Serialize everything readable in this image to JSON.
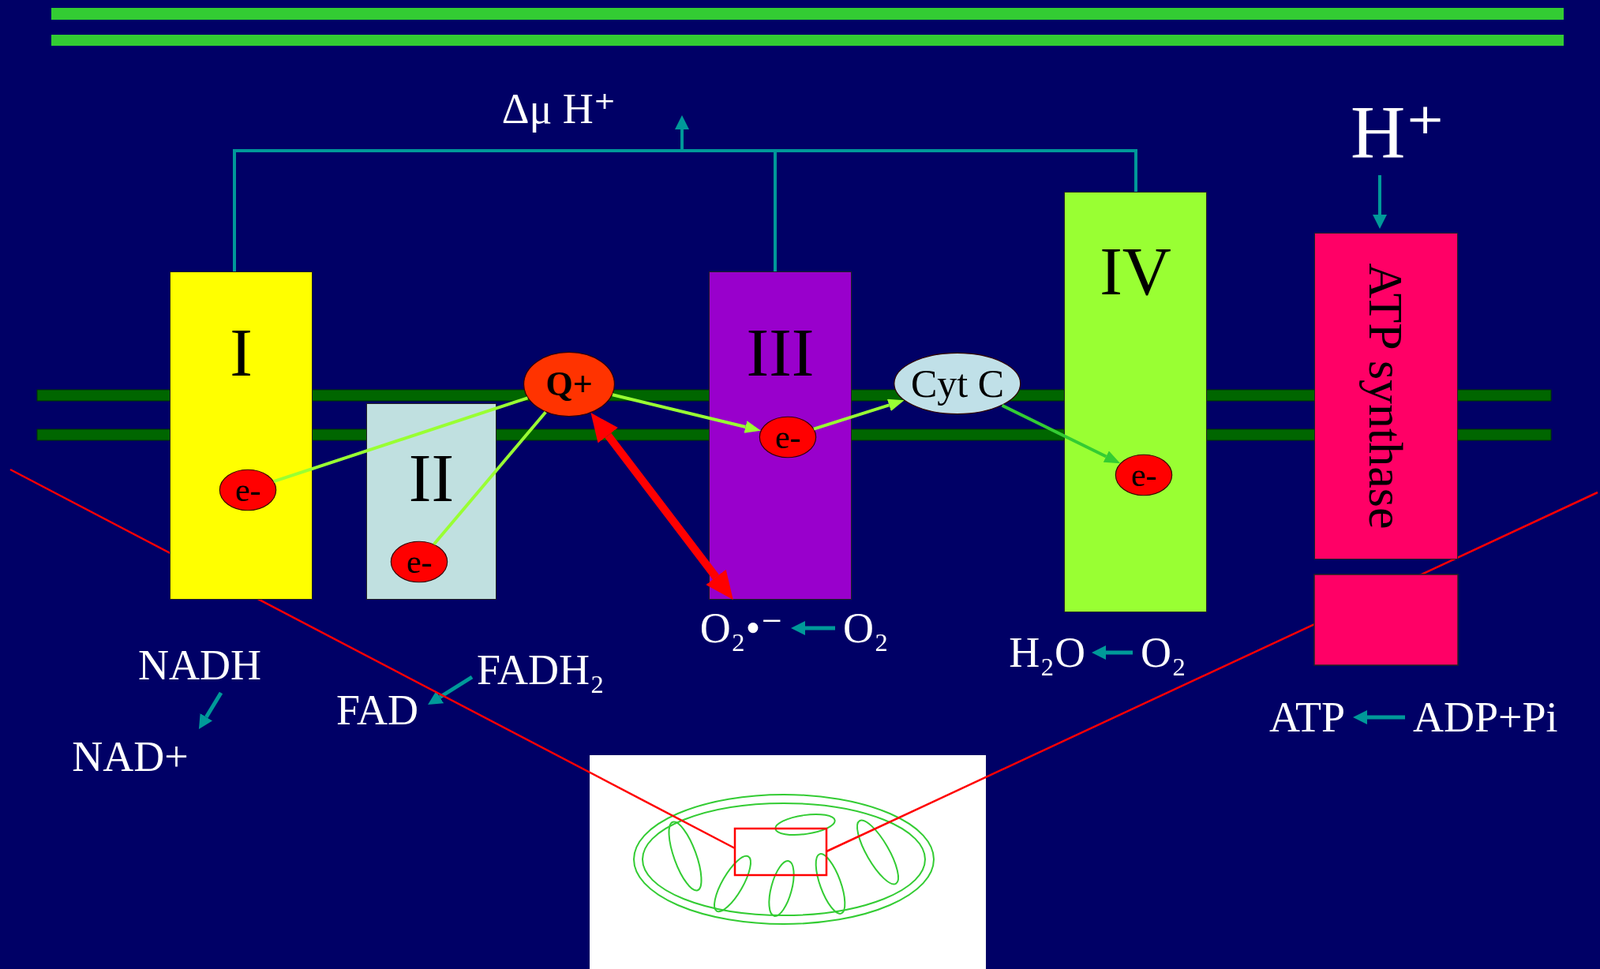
{
  "diagram": {
    "nodes": [
      {
        "text": [
          "I"
        ]
      },
      {
        "text": [
          "e-"
        ],
        "in": 0
      },
      {
        "text": [
          "II"
        ]
      },
      {
        "text": [
          "e-"
        ],
        "in": 2
      },
      {
        "text": [
          "Q+"
        ]
      },
      {
        "text": [
          "III"
        ]
      },
      {
        "text": [
          "e-"
        ],
        "in": 5
      },
      {
        "text": [
          "Cyt C"
        ]
      },
      {
        "text": [
          "IV"
        ]
      },
      {
        "text": [
          "e-"
        ],
        "in": 8
      },
      {
        "text": [
          "ATP synthase"
        ]
      }
    ],
    "edges": [
      {
        "from": 1,
        "to": 4,
        "arrow": "none"
      },
      {
        "from": 3,
        "to": 4,
        "arrow": "none"
      },
      {
        "from": 4,
        "to": 6,
        "arrow": "to"
      },
      {
        "from": 6,
        "to": 7,
        "arrow": "to"
      },
      {
        "from": 7,
        "to": 9,
        "arrow": "to"
      },
      {
        "from": 4,
        "to": 5,
        "arrow": "both"
      }
    ],
    "labels": [
      "Δμ H⁺",
      "H⁺",
      "NADH",
      "NAD+",
      "FADH₂",
      "FAD",
      "O₂•⁻",
      "O₂",
      "H₂O",
      "O₂",
      "ATP",
      "ADP+Pi"
    ]
  }
}
